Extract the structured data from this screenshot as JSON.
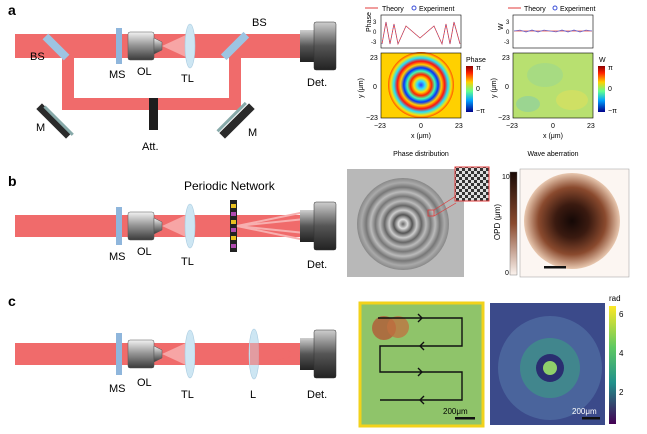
{
  "panels": {
    "a": {
      "letter": "a",
      "labels": {
        "bs_left": "BS",
        "bs_right": "BS",
        "ms": "MS",
        "ol": "OL",
        "tl": "TL",
        "det": "Det.",
        "m_left": "M",
        "m_right": "M",
        "att": "Att."
      },
      "phase_chart": {
        "legend_theory": "Theory",
        "legend_experiment": "Experiment",
        "profile_ylabel": "Phase",
        "profile_ticks": [
          "3",
          "0",
          "-3"
        ],
        "colorbar_title": "Phase",
        "colorbar_ticks": [
          "π",
          "0",
          "−π"
        ],
        "y_label": "y (μm)",
        "x_label": "x (μm)",
        "y_ticks": [
          "23",
          "0",
          "−23"
        ],
        "x_ticks": [
          "−23",
          "0",
          "23"
        ],
        "caption": "Phase distribution"
      },
      "aberration_chart": {
        "legend_theory": "Theory",
        "legend_experiment": "Experiment",
        "profile_ylabel": "W",
        "profile_ticks": [
          "3",
          "0",
          "-3"
        ],
        "colorbar_title": "W",
        "colorbar_ticks": [
          "π",
          "0",
          "−π"
        ],
        "y_label": "y (μm)",
        "x_label": "x (μm)",
        "y_ticks": [
          "23",
          "0",
          "−23"
        ],
        "x_ticks": [
          "−23",
          "0",
          "23"
        ],
        "caption": "Wave aberration"
      }
    },
    "b": {
      "letter": "b",
      "title": "Periodic Network",
      "labels": {
        "ms": "MS",
        "ol": "OL",
        "tl": "TL",
        "det": "Det."
      },
      "opd_colorbar": {
        "label": "OPD (μm)",
        "ticks": [
          "10",
          "0"
        ]
      }
    },
    "c": {
      "letter": "c",
      "labels": {
        "ms": "MS",
        "ol": "OL",
        "tl": "TL",
        "l": "L",
        "det": "Det."
      },
      "scale_left": "200μm",
      "scale_right": "200μm",
      "colorbar": {
        "title": "rad",
        "ticks": [
          "6",
          "4",
          "2"
        ]
      }
    }
  },
  "colors": {
    "beam": "#f06b6b",
    "beam_light": "#f7a5a5",
    "lens": "#cde6f3",
    "ms": "#8fb6dc",
    "theory_line": "#e03b3b",
    "experiment_marker": "#3b4fd8",
    "border_yellow": "#f2d21b"
  }
}
